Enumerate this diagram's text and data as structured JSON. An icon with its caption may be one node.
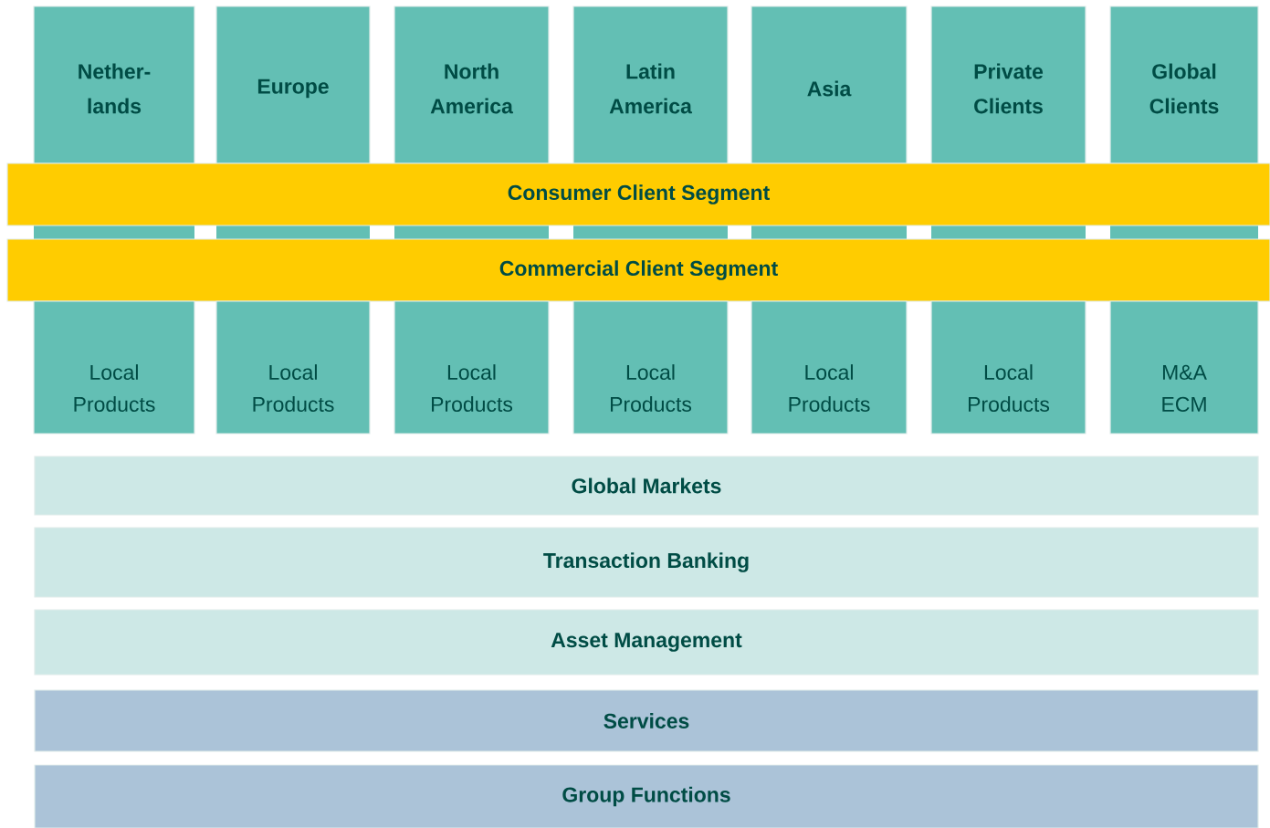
{
  "diagram": {
    "nodes": [
      {
        "text": [
          "Nether-lands"
        ]
      },
      {
        "text": [
          "Europe"
        ]
      },
      {
        "text": [
          "North America"
        ]
      },
      {
        "text": [
          "Latin America"
        ]
      },
      {
        "text": [
          "Asia"
        ]
      },
      {
        "text": [
          "Private Clients"
        ]
      },
      {
        "text": [
          "Global Clients"
        ]
      },
      {
        "text": [
          "Consumer Client Segment"
        ]
      },
      {
        "text": [
          "Commercial Client Segment"
        ]
      },
      {
        "text": [
          "Local Products"
        ]
      },
      {
        "text": [
          "Local Products"
        ]
      },
      {
        "text": [
          "Local Products"
        ]
      },
      {
        "text": [
          "Local Products"
        ]
      },
      {
        "text": [
          "Local Products"
        ]
      },
      {
        "text": [
          "Local Products"
        ]
      },
      {
        "text": [
          "M&A ECM"
        ]
      },
      {
        "text": [
          "Global Markets"
        ]
      },
      {
        "text": [
          "Transaction Banking"
        ]
      },
      {
        "text": [
          "Asset Management"
        ]
      },
      {
        "text": [
          "Services"
        ]
      },
      {
        "text": [
          "Group Functions"
        ]
      }
    ]
  }
}
